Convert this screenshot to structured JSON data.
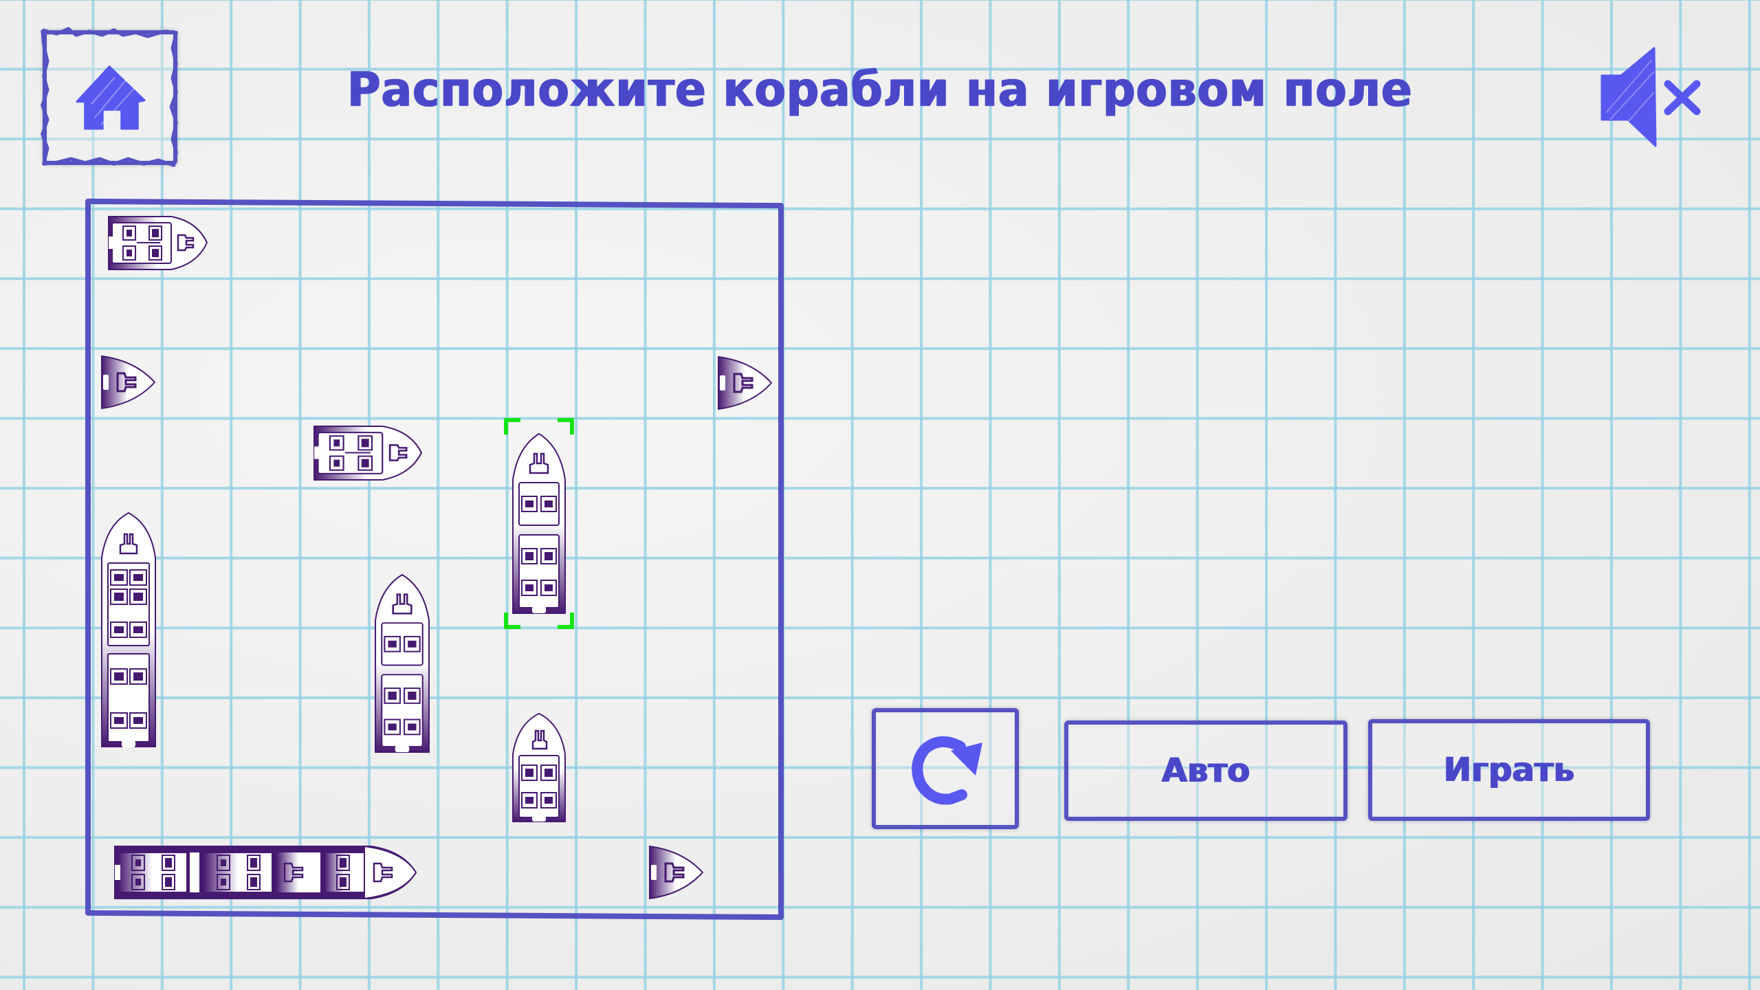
{
  "header": {
    "title": "Расположите корабли на игровом поле",
    "home_button": {
      "icon": "home-icon"
    },
    "sound_button": {
      "icon": "speaker-muted-icon",
      "state": "muted"
    }
  },
  "board": {
    "size": {
      "cols": 10,
      "rows": 10
    },
    "selected_ship_index": 4,
    "ships": [
      {
        "id": "ship-2a",
        "decks": 2,
        "orientation": "horizontal",
        "row": 0,
        "col": 0
      },
      {
        "id": "ship-1a",
        "decks": 1,
        "orientation": "horizontal",
        "row": 2,
        "col": 0
      },
      {
        "id": "ship-1b",
        "decks": 1,
        "orientation": "horizontal",
        "row": 2,
        "col": 9
      },
      {
        "id": "ship-2b",
        "decks": 2,
        "orientation": "horizontal",
        "row": 3,
        "col": 3
      },
      {
        "id": "ship-3a",
        "decks": 3,
        "orientation": "vertical",
        "row": 3,
        "col": 6,
        "selected": true
      },
      {
        "id": "ship-4a",
        "decks": 4,
        "orientation": "vertical",
        "row": 4,
        "col": 0
      },
      {
        "id": "ship-3b",
        "decks": 3,
        "orientation": "vertical",
        "row": 5,
        "col": 4
      },
      {
        "id": "ship-2c",
        "decks": 2,
        "orientation": "vertical",
        "row": 7,
        "col": 6
      },
      {
        "id": "ship-4b",
        "decks": 4,
        "orientation": "horizontal",
        "row": 9,
        "col": 0
      },
      {
        "id": "ship-1c",
        "decks": 1,
        "orientation": "horizontal",
        "row": 9,
        "col": 8
      }
    ]
  },
  "controls": {
    "rotate_button": {
      "icon": "rotate-icon"
    },
    "auto_button": {
      "label": "Авто"
    },
    "play_button": {
      "label": "Играть"
    }
  },
  "colors": {
    "accent": "#4a48c9",
    "frame": "#5552c2",
    "icon_fill": "#5858f0",
    "ship": "#461a70",
    "selection": "#17e317",
    "grid": "#a8d8e8",
    "paper": "#ebebeb"
  }
}
